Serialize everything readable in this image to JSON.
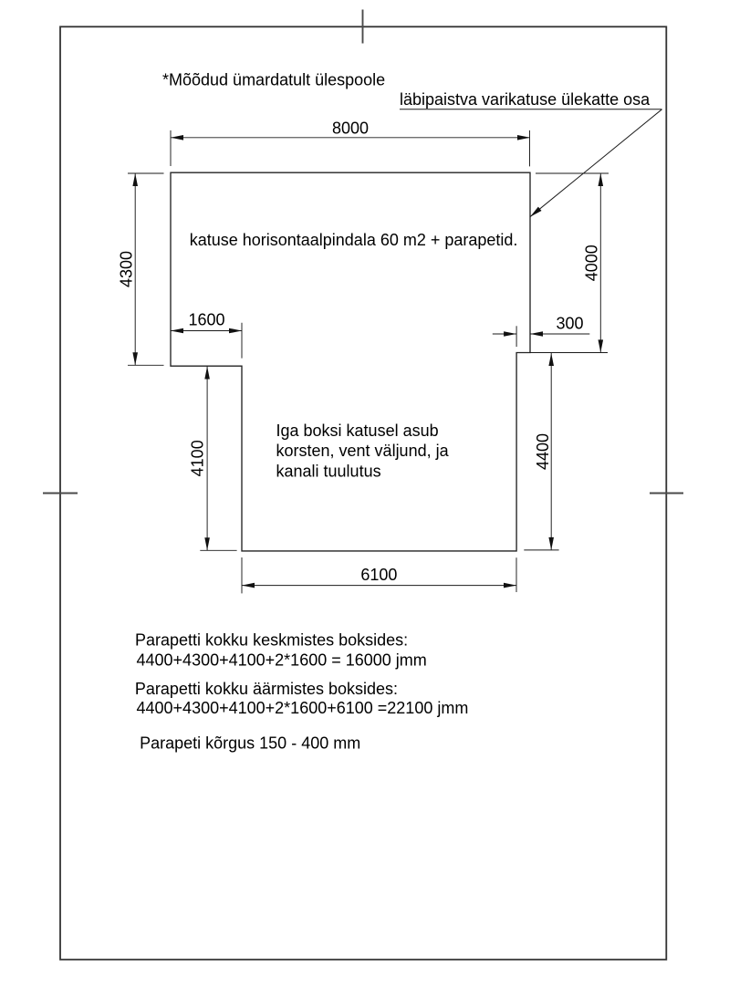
{
  "drawing": {
    "type": "technical plan drawing (roof plan with parapets)",
    "language": "Estonian",
    "background_color": "#ffffff",
    "line_color": "#000000"
  },
  "annotations": {
    "note_rounding": "*Mõõdud ümardatult ülespoole",
    "leader_label": "läbipaistva varikatuse ülekatte osa",
    "roof_area": "katuse horisontaalpindala 60 m2 + parapetid.",
    "box_note_line1": "Iga boksi katusel asub",
    "box_note_line2": "korsten, vent väljund, ja",
    "box_note_line3": "kanali tuulutus",
    "parapet_mid_title": "Parapetti kokku keskmistes boksides:",
    "parapet_mid_formula": "4400+4300+4100+2*1600 = 16000 jmm",
    "parapet_edge_title": "Parapetti kokku äärmistes boksides:",
    "parapet_edge_formula": "4400+4300+4100+2*1600+6100 =22100 jmm",
    "parapet_height_note": "Parapeti kõrgus 150 - 400 mm"
  },
  "dimensions": {
    "top_width": {
      "label": "8000",
      "value_mm": 8000,
      "orientation": "horizontal"
    },
    "upper_left_height": {
      "label": "4300",
      "value_mm": 4300,
      "orientation": "vertical"
    },
    "left_notch_width": {
      "label": "1600",
      "value_mm": 1600,
      "orientation": "horizontal"
    },
    "right_step_width": {
      "label": "300",
      "value_mm": 300,
      "orientation": "horizontal"
    },
    "upper_right_height": {
      "label": "4000",
      "value_mm": 4000,
      "orientation": "vertical"
    },
    "lower_left_height": {
      "label": "4100",
      "value_mm": 4100,
      "orientation": "vertical"
    },
    "lower_right_height": {
      "label": "4400",
      "value_mm": 4400,
      "orientation": "vertical"
    },
    "bottom_width": {
      "label": "6100",
      "value_mm": 6100,
      "orientation": "horizontal"
    }
  }
}
